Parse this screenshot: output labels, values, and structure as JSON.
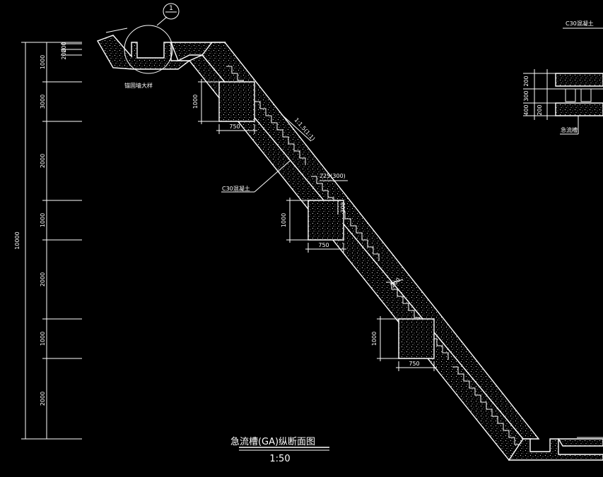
{
  "drawing": {
    "title": "急流槽(GA)纵断面图",
    "scale": "1:50",
    "detail_callout": "1",
    "detail_label": "锚固墙大样",
    "concrete_label": "C30混凝土",
    "slope_label": "1:1.5(1:1)",
    "step_label": "225(300)",
    "step_label_2": "300",
    "step_label_3": "200",
    "total_height": "10000",
    "left_dims": [
      "1000",
      "3000",
      "2000",
      "1000",
      "2000",
      "1000",
      "2000"
    ],
    "top_small_dims": [
      "200",
      "200"
    ],
    "anchor_height": "1000",
    "anchor_width": "750",
    "anchor_height_mid": "1000",
    "right_section_label": "C30混凝土",
    "right_section_dims": [
      "200",
      "300",
      "400",
      "200"
    ],
    "right_section_note": "急流槽"
  },
  "colors": {
    "background": "#000000",
    "line": "#ffffff"
  }
}
